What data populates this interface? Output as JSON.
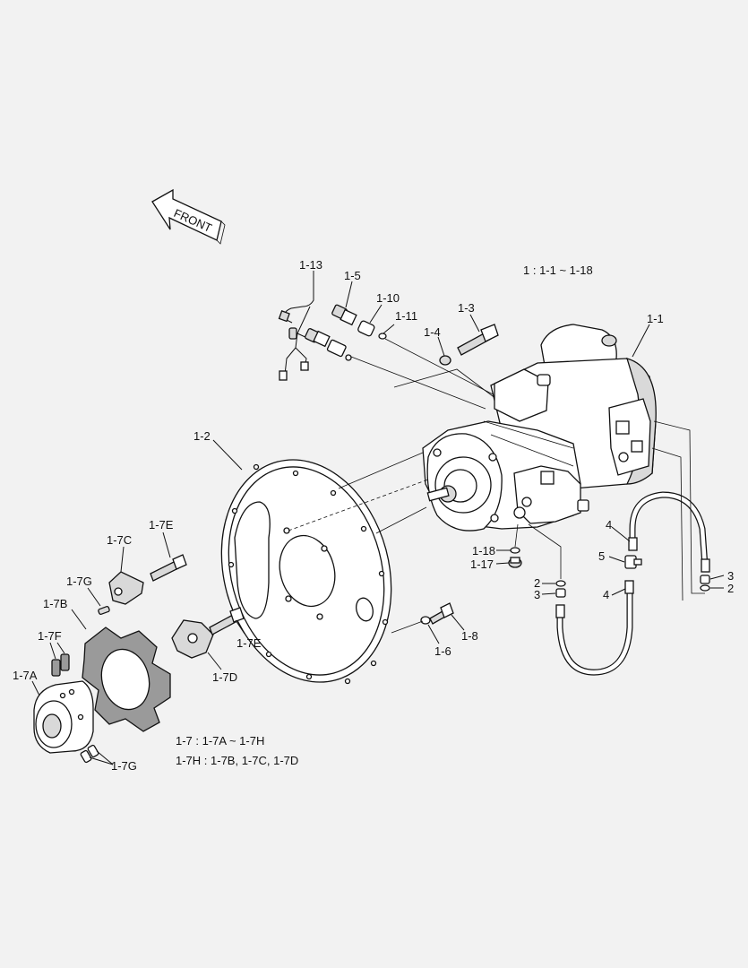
{
  "front_arrow": {
    "text": "FRONT"
  },
  "notes": [
    "1 : 1-1 ~ 1-18",
    "1-7 : 1-7A ~ 1-7H",
    "1-7H : 1-7B, 1-7C, 1-7D"
  ],
  "callouts": [
    "1-13",
    "1-5",
    "1-10",
    "1-11",
    "1-3",
    "1-4",
    "1-1",
    "1-2",
    "1-18",
    "1-17",
    "2",
    "3",
    "4",
    "5",
    "4",
    "3",
    "2",
    "1-7E",
    "1-7C",
    "1-7G",
    "1-7B",
    "1-7F",
    "1-7A",
    "1-7E",
    "1-7D",
    "1-7G",
    "1-6",
    "1-8"
  ]
}
